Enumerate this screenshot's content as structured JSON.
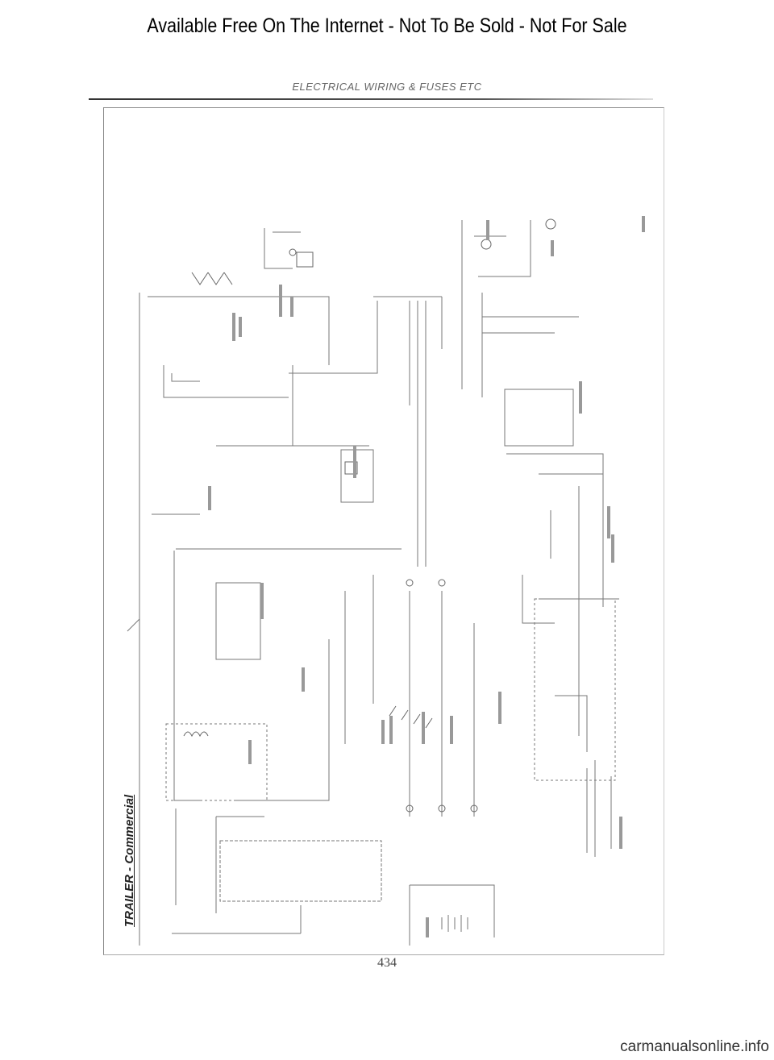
{
  "banner": "Available Free On The Internet - Not To Be Sold - Not For Sale",
  "section_header": "ELECTRICAL WIRING & FUSES ETC",
  "diagram": {
    "title": "TRAILER - Commercial"
  },
  "page_number": "434",
  "footer_url": "carmanualsonline.info"
}
